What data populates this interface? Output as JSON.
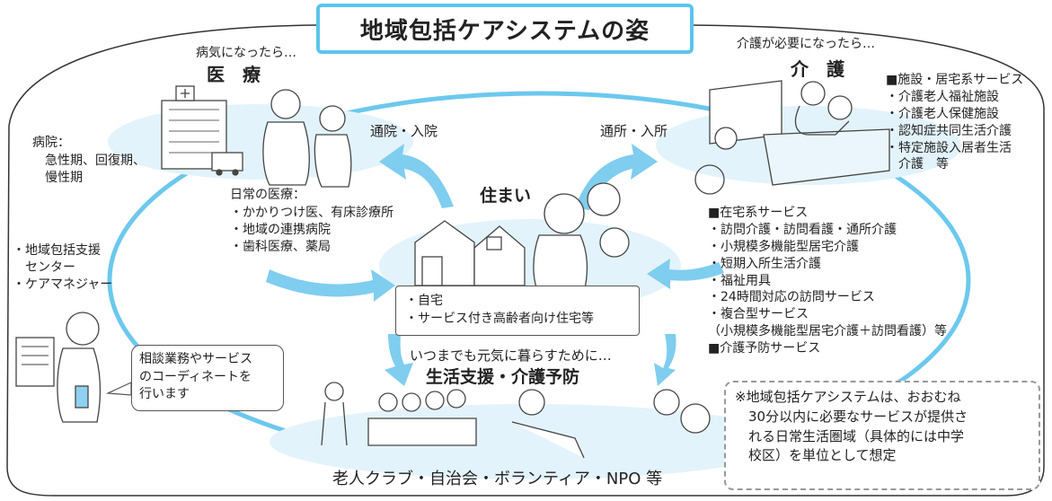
{
  "title": "地域包括ケアシステムの姿",
  "medical": {
    "lead": "病気になったら…",
    "heading": "医　療",
    "hospital_title": "病院：",
    "hospital_items": [
      "急性期、回復期、",
      "慢性期"
    ],
    "daily_title": "日常の医療：",
    "daily_items": [
      "・かかりつけ医、有床診療所",
      "・地域の連携病院",
      "・歯科医療、薬局"
    ]
  },
  "care": {
    "lead": "介護が必要になったら…",
    "heading": "介　護",
    "facility_title": "■施設・居宅系サービス",
    "facility_items": [
      "・介護老人福祉施設",
      "・介護老人保健施設",
      "・認知症共同生活介護",
      "・特定施設入居者生活",
      "　介護　等"
    ],
    "home_title": "■在宅系サービス",
    "home_items": [
      "・訪問介護・訪問看護・通所介護",
      "・小規模多機能型居宅介護",
      "・短期入所生活介護",
      "・福祉用具",
      "・24時間対応の訪問サービス",
      "・複合型サービス",
      "（小規模多機能型居宅介護＋訪問看護）等"
    ],
    "prevention_title": "■介護予防サービス"
  },
  "arrows": {
    "hospital": "通院・入院",
    "facility": "通所・入所"
  },
  "home": {
    "heading": "住まい",
    "items": [
      "・自宅",
      "・サービス付き高齢者向け住宅等"
    ]
  },
  "support": {
    "lead": "いつまでも元気に暮らすために…",
    "heading": "生活支援・介護予防"
  },
  "left_panel": {
    "items": [
      "・地域包括支援",
      "　センター",
      "・ケアマネジャー"
    ],
    "speech": [
      "相談業務やサービス",
      "のコーディネートを",
      "行います"
    ]
  },
  "bottom_label": "老人クラブ・自治会・ボランティア・NPO 等",
  "note": [
    "※地域包括ケアシステムは、おおむね",
    "　30分以内に必要なサービスが提供さ",
    "　れる日常生活圏域（具体的には中学",
    "　校区）を単位として想定"
  ],
  "colors": {
    "title_border": "#5cc4ec",
    "ellipse": "#e3f3fb",
    "arrow": "#7fcdef"
  }
}
